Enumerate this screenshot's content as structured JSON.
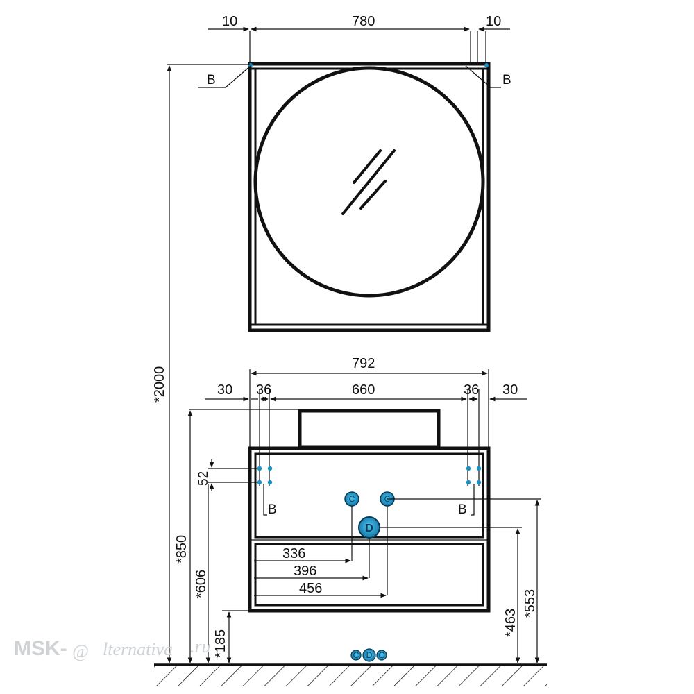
{
  "mirror": {
    "dimensions": {
      "left_gap": "10",
      "width": "780",
      "right_gap": "10"
    },
    "mount_label_left": "B",
    "mount_label_right": "B"
  },
  "overall_height": "*2000",
  "cabinet": {
    "dimensions": {
      "total_width": "792",
      "left_outer": "30",
      "left_inner": "36",
      "inner_width": "660",
      "right_inner": "36",
      "right_outer": "30",
      "hole_spacing": "52",
      "height_top": "*850",
      "height_holes": "*606",
      "height_bottom": "*185",
      "drain_height": "*463",
      "water_height": "*553",
      "offset_c1": "336",
      "offset_d": "396",
      "offset_c2": "456"
    },
    "mount_label_left": "B",
    "mount_label_right": "B",
    "markers": {
      "cold_water": "C",
      "drain": "D",
      "hot_water": "C"
    },
    "floor_markers": [
      "C",
      "D",
      "C"
    ]
  },
  "watermark": {
    "left": "MSK-",
    "right": "lternativa",
    "suffix": ".ru"
  },
  "colors": {
    "line": "#111111",
    "marker": "#1a8fc4",
    "marker_dark": "#0b3a55",
    "watermark": "#cfd3d6"
  }
}
